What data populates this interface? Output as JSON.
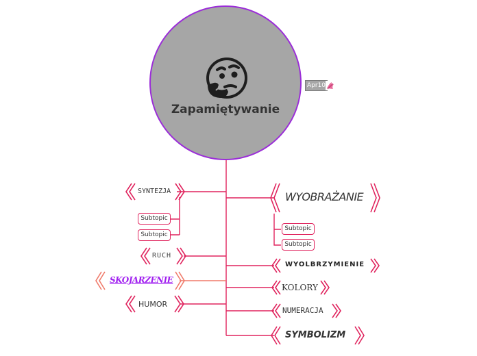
{
  "central": {
    "title": "Zapamiętywanie",
    "icon": "thinking-face-emoji",
    "fill": "#a6a6a6",
    "border": "#9b2dd8"
  },
  "date_badge": "Apr10",
  "line_color": "#e0245e",
  "topics": {
    "synteza": "SYNTEZJA",
    "ruch": "RUCH",
    "skojarzenie": "SKOJARZENIE",
    "humor": "HUMOR",
    "wyobrazanie": "WYOBRAŻANIE",
    "wyolbrzymienie": "WYOLBRZYMIENIE",
    "kolory": "KOLORY",
    "numeracja": "NUMERACJA",
    "symbolizm": "SYMBOLIZM"
  },
  "subtopics": {
    "synteza_1": "Subtopic",
    "synteza_2": "Subtopic",
    "wyobrazanie_1": "Subtopic",
    "wyobrazanie_2": "Subtopic"
  },
  "colors": {
    "topic_line": "#e0245e",
    "skojarzenie_line": "#f07a6a",
    "skojarzenie_text": "#a020f0"
  }
}
